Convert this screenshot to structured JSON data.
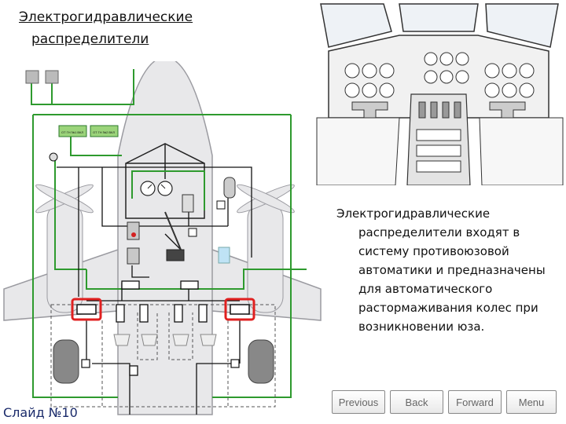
{
  "title": {
    "line1": "Электрогидравлические",
    "line2": "распределители"
  },
  "schematic": {
    "box_label_1": "ОТ ГН №1 ВКЛ",
    "box_label_2": "ОТ ГН №2 ВКЛ"
  },
  "description": {
    "line1": "Электрогидравлические",
    "rest": "распределители входят в систему противоюзовой автоматики и предназначены для автоматического растормаживания колес при возникновении юза."
  },
  "slide_number": "Слайд №10",
  "nav": {
    "previous": "Previous",
    "back": "Back",
    "forward": "Forward",
    "menu": "Menu"
  },
  "colors": {
    "green_line": "#2e9a2e",
    "highlight": "#e02020",
    "aircraft_fill": "#e8e8ea",
    "dashed": "#555555"
  }
}
